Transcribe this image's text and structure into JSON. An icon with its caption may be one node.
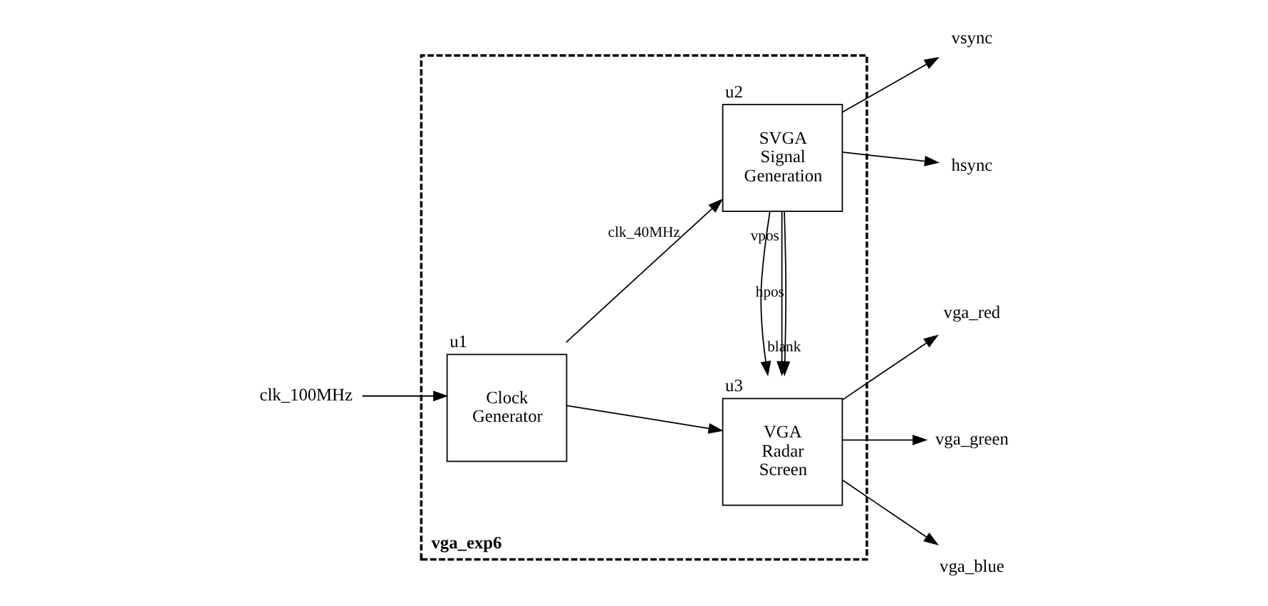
{
  "diagram": {
    "nodes": [
      {
        "text": [
          "vga_exp6"
        ]
      },
      {
        "text": [
          "Clock Generator"
        ],
        "beside": [
          "u1"
        ],
        "in": 0
      },
      {
        "text": [
          "SVGA Signal Generation"
        ],
        "beside": [
          "u2"
        ],
        "in": 0
      },
      {
        "text": [
          "VGA Radar Screen"
        ],
        "beside": [
          "u3"
        ],
        "in": 0
      },
      {
        "text": [
          "clk_100MHz"
        ]
      },
      {
        "text": [
          "vsync"
        ]
      },
      {
        "text": [
          "hsync"
        ]
      },
      {
        "text": [
          "vga_red"
        ]
      },
      {
        "text": [
          "vga_green"
        ]
      },
      {
        "text": [
          "vga_blue"
        ]
      }
    ],
    "edges": [
      {
        "from": 4,
        "to": 1,
        "arrow": "to"
      },
      {
        "from": 1,
        "to": 2,
        "arrow": "to",
        "label": "clk_40MHz"
      },
      {
        "from": 1,
        "to": 3,
        "arrow": "to"
      },
      {
        "from": 2,
        "to": 5,
        "arrow": "to"
      },
      {
        "from": 2,
        "to": 6,
        "arrow": "to"
      },
      {
        "from": 2,
        "to": 3,
        "arrow": "to",
        "label": "vpos"
      },
      {
        "from": 2,
        "to": 3,
        "arrow": "to",
        "label": "hpos"
      },
      {
        "from": 2,
        "to": 3,
        "arrow": "to",
        "label": "blank"
      },
      {
        "from": 3,
        "to": 7,
        "arrow": "to"
      },
      {
        "from": 3,
        "to": 8,
        "arrow": "to"
      },
      {
        "from": 3,
        "to": 9,
        "arrow": "to"
      }
    ]
  }
}
